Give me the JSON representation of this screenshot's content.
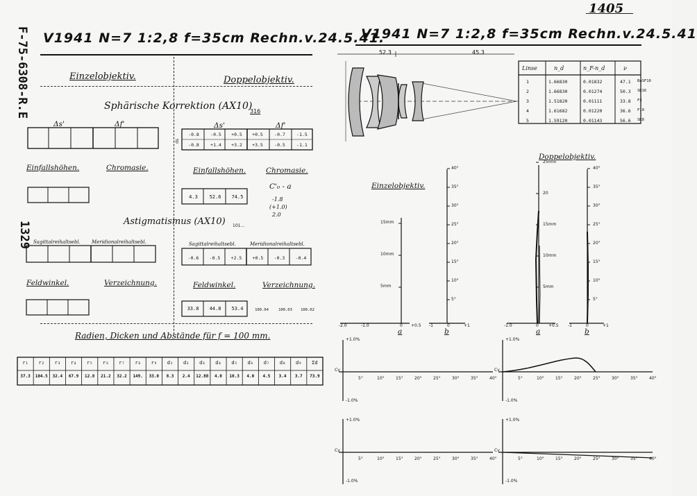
{
  "page_number": "1405",
  "margin_codes": {
    "left_top": "F-75-6308-R.E",
    "left_mid": "1329"
  },
  "left": {
    "title": "V1941 N=7 1:2,8 f=35cm Rechn.v.24.5.41.",
    "col_single": "Einzelobjektiv.",
    "col_double": "Doppelobjektiv.",
    "spherical": {
      "title": "Sphärische Korrektion (AX10)",
      "ref": "316"
    },
    "delta_s": "Δs'",
    "delta_f": "Δf'",
    "ds_label": "ds",
    "sph_values": {
      "delta_s_row1": [
        "-0.8",
        "-0.5",
        "+0.5"
      ],
      "delta_s_row2": [
        "-0.8",
        "+1.4",
        "+3.2"
      ],
      "delta_f_row1": [
        "+0.5",
        "-0.7",
        "-1.5"
      ],
      "delta_f_row2": [
        "+3.5",
        "-0.5",
        "-1.1"
      ]
    },
    "incidence_label": "Einfallshöhen.",
    "chromasie_label": "Chromasie.",
    "incidence_values": [
      "4.3",
      "52.6",
      "74.5"
    ],
    "chromasie_values": {
      "formula": "C'₀ - a",
      "v1": "-1.8",
      "v2": "(+1.0)",
      "v3": "2.0"
    },
    "astig": {
      "title": "Astigmatismus (AX10)",
      "ref": "101..."
    },
    "sag_label": "Sagittalreihaltsebl.",
    "mer_label": "Meridionalreihaltsebl.",
    "astig_values": [
      "-0.6",
      "-0.5",
      "+2.5",
      "+0.5",
      "-0.3",
      "-0.4"
    ],
    "field_label": "Feldwinkel.",
    "distortion_label": "Verzeichnung.",
    "field_values": [
      "33.8",
      "44.8",
      "53.4"
    ],
    "distortion_values": [
      "100.04",
      "100.03",
      "100.02"
    ],
    "radii_title": "Radien, Dicken und Abstände für f = 100 mm.",
    "radii_headers": [
      "r₁",
      "r₂",
      "r₃",
      "r₄",
      "r₅",
      "r₆",
      "r₇",
      "r₈",
      "r₉",
      "d₁",
      "d₂",
      "d₃",
      "d₄",
      "d₅",
      "d₆",
      "d₇",
      "d₈",
      "d₉",
      "Σd"
    ],
    "radii_values": [
      "37.3",
      "104.5",
      "32.4",
      "67.9",
      "12.8",
      "21.2",
      "32.2",
      "149.",
      "33.0",
      "8.3",
      "2.4",
      "12.88",
      "4.0",
      "10.3",
      "4.0",
      "4.5",
      "3.4",
      "3.7",
      "73.9"
    ]
  },
  "right": {
    "title": "V1941 N=7 1:2,8 f=35cm Rechn.v.24.5.41",
    "lens_dims": [
      "52.3",
      "45.3"
    ],
    "lens_table": {
      "headers": [
        "Linse",
        "n_d",
        "n_F-n_d",
        "ν"
      ],
      "rows": [
        [
          "1",
          "1.66830",
          "0.01832",
          "47.1",
          "BaSF10"
        ],
        [
          "2",
          "1.66830",
          "0.01274",
          "50.3",
          "SK16"
        ],
        [
          "3",
          "1.51820",
          "0.01111",
          "33.8",
          "F3"
        ],
        [
          "4",
          "1.61682",
          "0.01220",
          "36.6",
          "F10"
        ],
        [
          "5",
          "1.59120",
          "0.01143",
          "56.6",
          "SK8"
        ]
      ]
    },
    "single_label": "Einzelobjektiv.",
    "double_label": "Doppelobjektiv.",
    "mm_ticks_single": [
      "5mm",
      "10mm",
      "15mm"
    ],
    "mm_ticks_double": [
      "5mm",
      "10mm",
      "15mm",
      "20",
      "25mm"
    ],
    "deg_ticks": [
      "5°",
      "10°",
      "15°",
      "20°",
      "25°",
      "30°",
      "35°",
      "40°"
    ],
    "a_axis": [
      "-2.0",
      "-1.0",
      "0",
      "+0.5"
    ],
    "b_axis": [
      "-1",
      "0",
      "+1"
    ],
    "a_axis_double": [
      "-1.0",
      "0",
      "+0.5"
    ],
    "b_axis_double": [
      "-1",
      "0",
      "+1"
    ],
    "curve_label_a": "a",
    "curve_label_b": "b",
    "plot_top": "+1.0%",
    "plot_bottom": "-1.0%",
    "plot_x": [
      "5°",
      "10°",
      "15°",
      "20°",
      "25°",
      "30°",
      "35°",
      "40°"
    ],
    "cv_label": "Cv"
  }
}
